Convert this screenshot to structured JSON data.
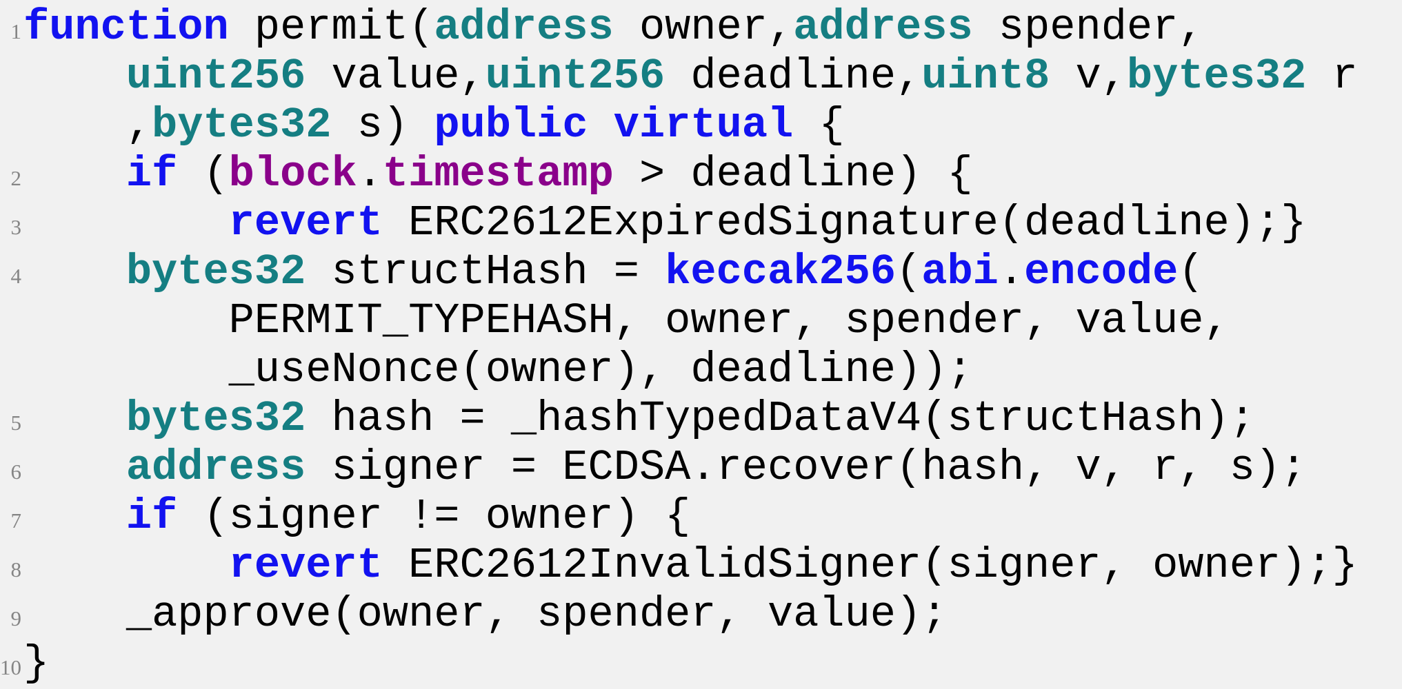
{
  "colors": {
    "background": "#f1f1f1",
    "keyword": "#1212f0",
    "type": "#157e82",
    "magic": "#8a018a",
    "plain": "#000000",
    "line_number": "#858585"
  },
  "listing": {
    "lines": [
      {
        "number": "1",
        "segments": [
          {
            "text": "function",
            "style": "keyword"
          },
          {
            "text": " permit(",
            "style": "plain"
          },
          {
            "text": "address",
            "style": "type"
          },
          {
            "text": " owner,",
            "style": "plain"
          },
          {
            "text": "address",
            "style": "type"
          },
          {
            "text": " spender,",
            "style": "plain"
          }
        ]
      },
      {
        "number": "",
        "segments": [
          {
            "text": "    ",
            "style": "plain"
          },
          {
            "text": "uint256",
            "style": "type"
          },
          {
            "text": " value,",
            "style": "plain"
          },
          {
            "text": "uint256",
            "style": "type"
          },
          {
            "text": " deadline,",
            "style": "plain"
          },
          {
            "text": "uint8",
            "style": "type"
          },
          {
            "text": " v,",
            "style": "plain"
          },
          {
            "text": "bytes32",
            "style": "type"
          },
          {
            "text": " r",
            "style": "plain"
          }
        ]
      },
      {
        "number": "",
        "segments": [
          {
            "text": "    ,",
            "style": "plain"
          },
          {
            "text": "bytes32",
            "style": "type"
          },
          {
            "text": " s) ",
            "style": "plain"
          },
          {
            "text": "public",
            "style": "keyword"
          },
          {
            "text": " ",
            "style": "plain"
          },
          {
            "text": "virtual",
            "style": "keyword"
          },
          {
            "text": " {",
            "style": "plain"
          }
        ]
      },
      {
        "number": "2",
        "segments": [
          {
            "text": "    ",
            "style": "plain"
          },
          {
            "text": "if",
            "style": "keyword"
          },
          {
            "text": " (",
            "style": "plain"
          },
          {
            "text": "block",
            "style": "magic"
          },
          {
            "text": ".",
            "style": "plain"
          },
          {
            "text": "timestamp",
            "style": "magic"
          },
          {
            "text": " > deadline) {",
            "style": "plain"
          }
        ]
      },
      {
        "number": "3",
        "segments": [
          {
            "text": "        ",
            "style": "plain"
          },
          {
            "text": "revert",
            "style": "keyword"
          },
          {
            "text": " ERC2612ExpiredSignature(deadline);}",
            "style": "plain"
          }
        ]
      },
      {
        "number": "4",
        "segments": [
          {
            "text": "    ",
            "style": "plain"
          },
          {
            "text": "bytes32",
            "style": "type"
          },
          {
            "text": " structHash = ",
            "style": "plain"
          },
          {
            "text": "keccak256",
            "style": "keyword"
          },
          {
            "text": "(",
            "style": "plain"
          },
          {
            "text": "abi",
            "style": "keyword"
          },
          {
            "text": ".",
            "style": "plain"
          },
          {
            "text": "encode",
            "style": "keyword"
          },
          {
            "text": "(",
            "style": "plain"
          }
        ]
      },
      {
        "number": "",
        "segments": [
          {
            "text": "        PERMIT_TYPEHASH, owner, spender, value,",
            "style": "plain"
          }
        ]
      },
      {
        "number": "",
        "segments": [
          {
            "text": "        _useNonce(owner), deadline));",
            "style": "plain"
          }
        ]
      },
      {
        "number": "5",
        "segments": [
          {
            "text": "    ",
            "style": "plain"
          },
          {
            "text": "bytes32",
            "style": "type"
          },
          {
            "text": " hash = _hashTypedDataV4(structHash);",
            "style": "plain"
          }
        ]
      },
      {
        "number": "6",
        "segments": [
          {
            "text": "    ",
            "style": "plain"
          },
          {
            "text": "address",
            "style": "type"
          },
          {
            "text": " signer = ECDSA.recover(hash, v, r, s);",
            "style": "plain"
          }
        ]
      },
      {
        "number": "7",
        "segments": [
          {
            "text": "    ",
            "style": "plain"
          },
          {
            "text": "if",
            "style": "keyword"
          },
          {
            "text": " (signer != owner) {",
            "style": "plain"
          }
        ]
      },
      {
        "number": "8",
        "segments": [
          {
            "text": "        ",
            "style": "plain"
          },
          {
            "text": "revert",
            "style": "keyword"
          },
          {
            "text": " ERC2612InvalidSigner(signer, owner);}",
            "style": "plain"
          }
        ]
      },
      {
        "number": "9",
        "segments": [
          {
            "text": "    _approve(owner, spender, value);",
            "style": "plain"
          }
        ]
      },
      {
        "number": "10",
        "segments": [
          {
            "text": "}",
            "style": "plain"
          }
        ]
      }
    ]
  }
}
